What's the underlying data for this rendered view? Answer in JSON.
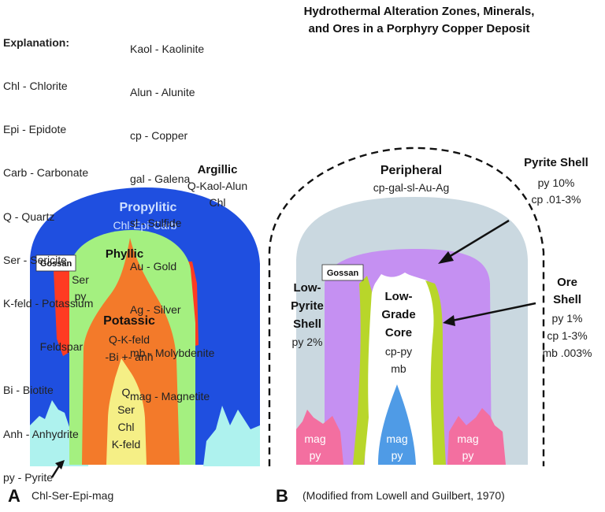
{
  "title": {
    "line1": "Hydrothermal Alteration Zones, Minerals,",
    "line2": "and Ores in a Porphyry Copper Deposit"
  },
  "explanation": {
    "heading": "Explanation:",
    "col1": [
      "Chl - Chlorite",
      "Epi - Epidote",
      "Carb - Carbonate",
      "Q - Quartz",
      "Ser - Sericite",
      "K-feld - Potassium",
      "            Feldspar",
      "Bi - Biotite",
      "Anh - Anhydrite",
      "py - Pyrite"
    ],
    "col2": [
      "Kaol - Kaolinite",
      "Alun - Alunite",
      "cp - Copper",
      "gal - Galena",
      "sl - Sulfide",
      "Au - Gold",
      "Ag - Silver",
      "mb - Molybdenite",
      "mag - Magnetite"
    ]
  },
  "panel_a": {
    "letter": "A",
    "bottom_label": "Chl-Ser-Epi-mag",
    "argillic": {
      "name": "Argillic",
      "line1": "Q-Kaol-Alun",
      "line2": "Chl"
    },
    "propylitic": {
      "name": "Propylitic",
      "minerals": "Chl-Epi-Carb"
    },
    "gossan": "Gossan",
    "phyllic": {
      "name": "Phyllic",
      "line1": "Ser",
      "line2": "py"
    },
    "potassic": {
      "name": "Potassic",
      "line1": "Q-K-feld",
      "line2": "-Bi +- anh"
    },
    "core": [
      "Q",
      "Ser",
      "Chl",
      "K-feld"
    ]
  },
  "panel_b": {
    "letter": "B",
    "credit": "(Modified from Lowell and Guilbert, 1970)",
    "peripheral": {
      "name": "Peripheral",
      "minerals": "cp-gal-sl-Au-Ag"
    },
    "pyrite_shell": {
      "name": "Pyrite Shell",
      "line1": "py 10%",
      "line2": "cp .01-3%"
    },
    "gossan": "Gossan",
    "low_pyrite": {
      "line1": "Low-",
      "line2": "Pyrite",
      "line3": "Shell",
      "line4": "py 2%"
    },
    "low_grade": {
      "line1": "Low-",
      "line2": "Grade",
      "line3": "Core",
      "line4": "cp-py",
      "line5": "mb"
    },
    "ore_shell": {
      "line1": "Ore",
      "line2": "Shell",
      "line3": "py 1%",
      "line4": "cp 1-3%",
      "line5": "mb .003%"
    },
    "mag_left": {
      "line1": "mag",
      "line2": "py"
    },
    "mag_center": {
      "line1": "mag",
      "line2": "py"
    },
    "mag_right": {
      "line1": "mag",
      "line2": "py"
    }
  },
  "colors": {
    "propylitic": "#1f4fe0",
    "phyllic": "#a4f080",
    "potassic": "#f37a2a",
    "core_yellow": "#f5ef86",
    "argillic_red": "#ff3b22",
    "cyan": "#aef2ee",
    "peripheral_grey": "#cad8e0",
    "pyrite_purple": "#c590f2",
    "ore_green": "#b8d62a",
    "mag_pink": "#f36fa0",
    "mag_blue": "#4f9be6"
  }
}
